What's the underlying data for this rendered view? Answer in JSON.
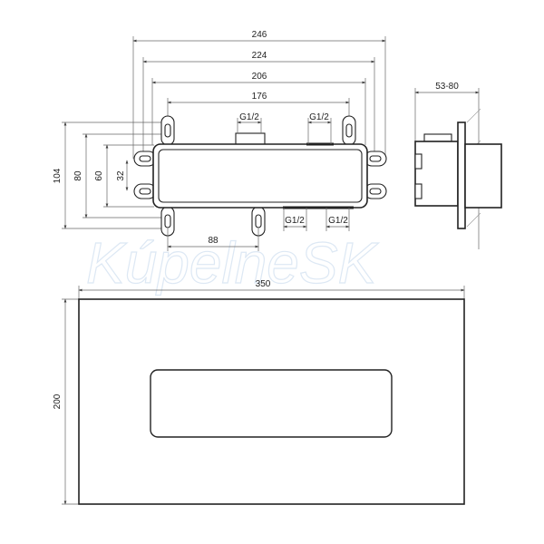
{
  "watermark": "KúpelneSK",
  "dimensions": {
    "w246": "246",
    "w224": "224",
    "w206": "206",
    "w176": "176",
    "h104": "104",
    "h80": "80",
    "h60": "60",
    "h32": "32",
    "g_top_left": "G1/2",
    "g_top_right": "G1/2",
    "g_bot_left": "G1/2",
    "g_bot_right": "G1/2",
    "w88": "88",
    "depth": "53-80",
    "plate_w": "350",
    "plate_h": "200"
  }
}
